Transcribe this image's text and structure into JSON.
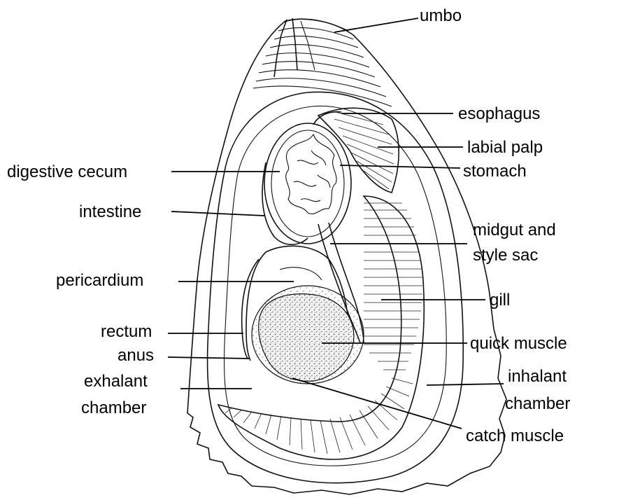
{
  "labels": {
    "umbo": "umbo",
    "esophagus": "esophagus",
    "labial_palp": "labial palp",
    "stomach": "stomach",
    "digestive_cecum": "digestive cecum",
    "intestine": "intestine",
    "midgut_line1": "midgut and",
    "midgut_line2": "style sac",
    "pericardium": "pericardium",
    "gill": "gill",
    "rectum": "rectum",
    "anus": "anus",
    "quick_muscle": "quick muscle",
    "exhalant_line1": "exhalant",
    "exhalant_line2": "chamber",
    "inhalant_line1": "inhalant",
    "inhalant_line2": "chamber",
    "catch_muscle": "catch muscle"
  },
  "colors": {
    "ink": "#000000",
    "stipple": "#bdbdbd",
    "background": "#ffffff"
  }
}
